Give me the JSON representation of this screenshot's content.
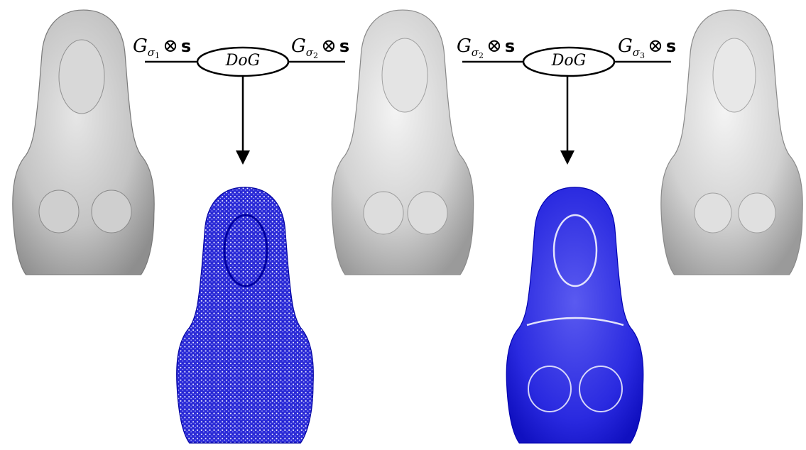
{
  "diagram": {
    "operator_label": "DoG",
    "equations": [
      {
        "symbol": "G",
        "sigma": "σ",
        "index": "1",
        "op": "⊗",
        "vec": "s"
      },
      {
        "symbol": "G",
        "sigma": "σ",
        "index": "2",
        "op": "⊗",
        "vec": "s"
      },
      {
        "symbol": "G",
        "sigma": "σ",
        "index": "2",
        "op": "⊗",
        "vec": "s"
      },
      {
        "symbol": "G",
        "sigma": "σ",
        "index": "3",
        "op": "⊗",
        "vec": "s"
      }
    ],
    "colors": {
      "shaded_surface": "#c8c8c8",
      "dog_blue": "#1a1ad8",
      "line": "#000000"
    }
  }
}
